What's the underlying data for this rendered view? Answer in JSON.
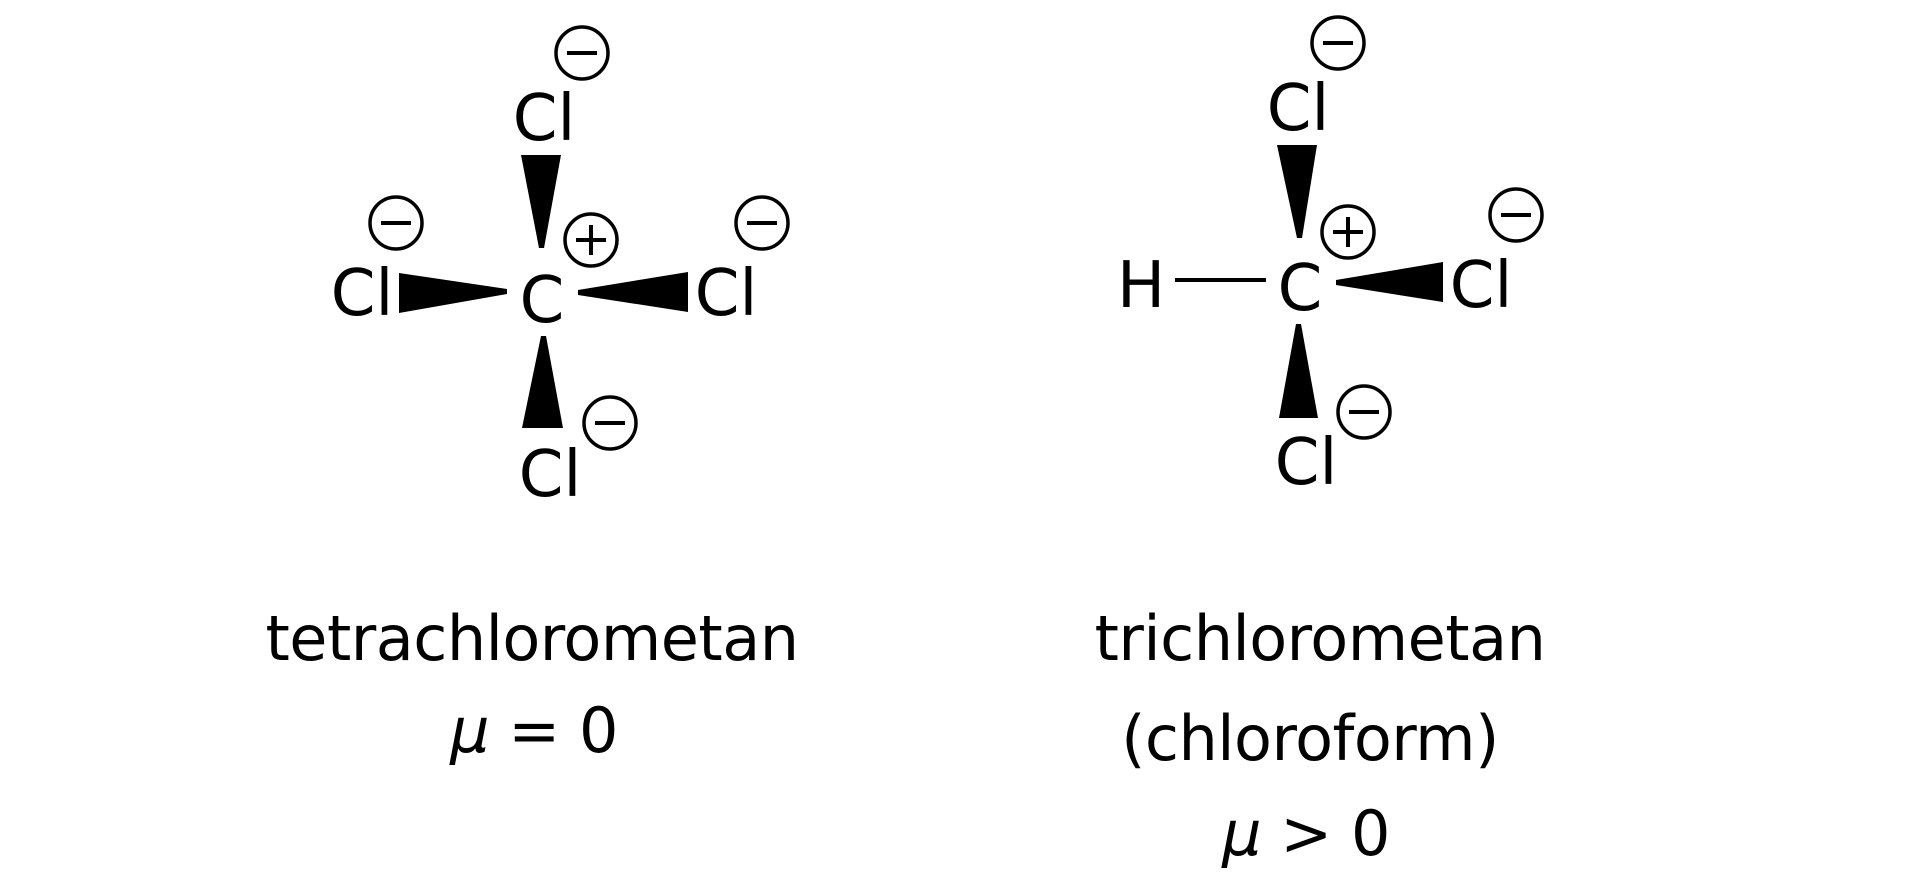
{
  "figure": {
    "background": "#ffffff",
    "ink_color": "#000000"
  },
  "molecules": [
    {
      "id": "tetrachloromethane",
      "name": "tetrachlorometan",
      "dipole_symbol": "μ",
      "dipole_relation": "= 0",
      "center_atom": {
        "symbol": "C",
        "charge": "+"
      },
      "substituents": [
        {
          "position": "top",
          "symbol": "Cl",
          "charge": "−",
          "bond": "wedge"
        },
        {
          "position": "left",
          "symbol": "Cl",
          "charge": "−",
          "bond": "wedge"
        },
        {
          "position": "right",
          "symbol": "Cl",
          "charge": "−",
          "bond": "wedge"
        },
        {
          "position": "bottom",
          "symbol": "Cl",
          "charge": "−",
          "bond": "wedge"
        }
      ]
    },
    {
      "id": "trichloromethane",
      "name": "trichlorometan",
      "common_name": "(chloroform)",
      "dipole_symbol": "μ",
      "dipole_relation": "> 0",
      "center_atom": {
        "symbol": "C",
        "charge": "+"
      },
      "substituents": [
        {
          "position": "top",
          "symbol": "Cl",
          "charge": "−",
          "bond": "wedge"
        },
        {
          "position": "left",
          "symbol": "H",
          "charge": "",
          "bond": "single"
        },
        {
          "position": "right",
          "symbol": "Cl",
          "charge": "−",
          "bond": "wedge"
        },
        {
          "position": "bottom",
          "symbol": "Cl",
          "charge": "−",
          "bond": "wedge"
        }
      ]
    }
  ]
}
